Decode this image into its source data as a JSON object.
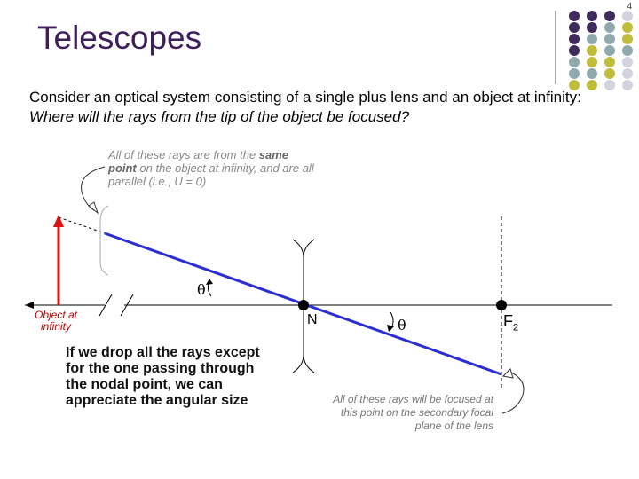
{
  "page_number": "4",
  "title": "Telescopes",
  "intro_line1": "Consider an optical system consisting of a single plus lens and an object at infinity:",
  "intro_line2": "Where will the rays from the tip of the object be focused?",
  "note_rays": {
    "part1": "All of these rays are from the ",
    "bold": "same point",
    "part2": " on the object at infinity, and are all parallel (i.e., U = 0)"
  },
  "object_label": "Object at infinity",
  "nodal_label": "N",
  "focal_label_main": "F",
  "focal_label_sub": "2",
  "theta_symbol": "θ",
  "drop_text": "If we drop all the rays except for the one passing through the nodal point, we can appreciate the angular size",
  "note_focus": "All of these rays will be focused at this point on the secondary focal plane of the lens",
  "colors": {
    "title": "#3f1f5a",
    "ray": "#2b2fd1",
    "object": "#e01010",
    "dot_purple": "#3f2a5c",
    "dot_grey": "#8fa9ad",
    "dot_yellow": "#bfbd3a",
    "dot_light": "#d3d3e0"
  }
}
